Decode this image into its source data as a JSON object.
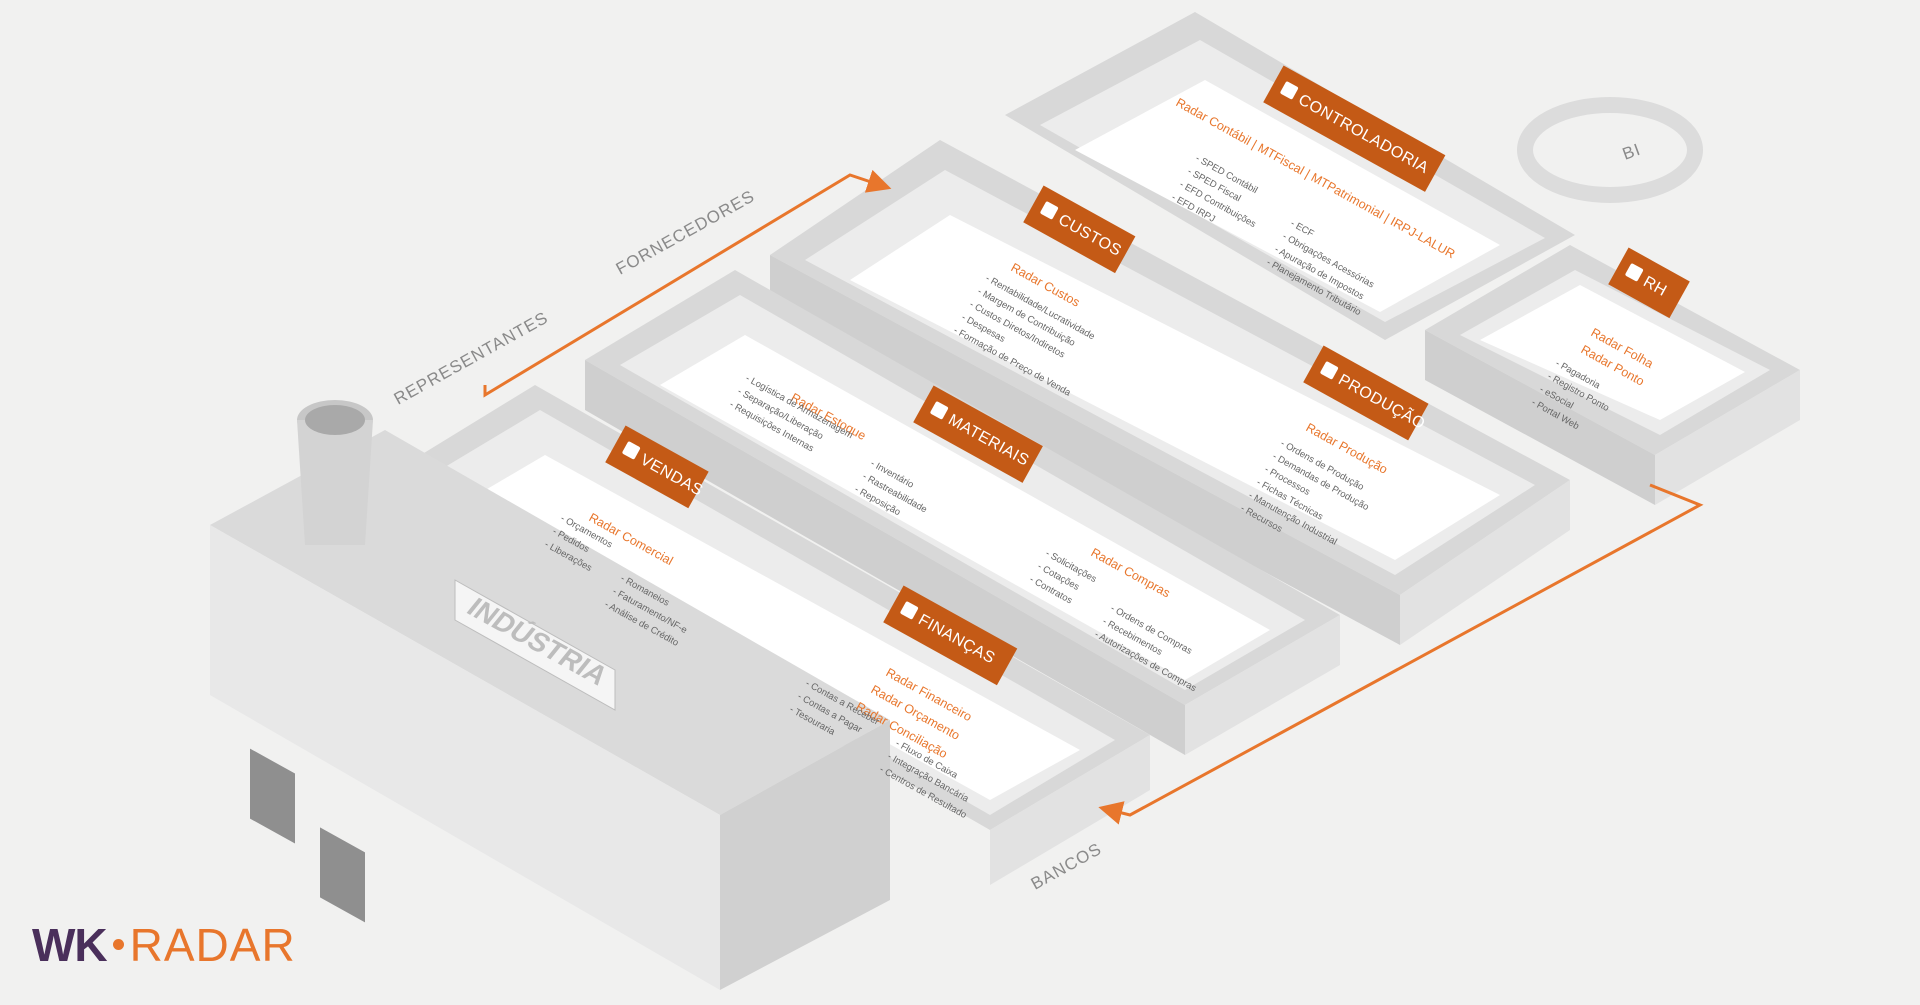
{
  "brand": {
    "prefix": "WK",
    "suffix": "RADAR"
  },
  "colors": {
    "accent": "#e8762c",
    "module_bg": "#c45a16",
    "wall": "#d9d9d9",
    "floor": "#ffffff",
    "text": "#666666",
    "brand_purple": "#4a2f5b"
  },
  "modules": [
    {
      "id": "controladoria",
      "icon": "calculator-icon",
      "title": "CONTROLADORIA",
      "radar": "Radar Contábil | MTFiscal | MTPatrimonial | IRPJ-LALUR",
      "items": [
        "- SPED Contábil",
        "- SPED Fiscal",
        "- EFD Contribuições",
        "- EFD IRPJ",
        "- ECF",
        "- Obrigações Acessórias",
        "- Apuração de Impostos",
        "- Planejamento Tributário"
      ]
    },
    {
      "id": "custos",
      "icon": "tag-icon",
      "title": "CUSTOS",
      "radar": "Radar Custos",
      "items": [
        "- Rentabilidade/Lucratividade",
        "- Margem de Contribuição",
        "- Custos Diretos/Indiretos",
        "- Despesas",
        "- Formação de Preço de Venda"
      ]
    },
    {
      "id": "rh",
      "icon": "people-icon",
      "title": "RH",
      "radar": "Radar Folha",
      "radar2": "Radar Ponto",
      "items": [
        "- Pagadoria",
        "- Registro Ponto",
        "- eSocial",
        "- Portal Web"
      ]
    },
    {
      "id": "producao",
      "icon": "boxes-icon",
      "title": "PRODUÇÃO",
      "radar": "Radar Produção",
      "items": [
        "- Ordens de Produção",
        "- Demandas de Produção",
        "- Processos",
        "- Fichas Técnicas",
        "- Manutenção Industrial",
        "- Recursos"
      ]
    },
    {
      "id": "materiais",
      "icon": "pallet-icon",
      "title": "MATERIAIS",
      "radar": "Radar Estoque",
      "items": [
        "- Logística de Armazenagem",
        "- Separação/Liberação",
        "- Requisições Internas",
        "- Inventário",
        "- Rastreabilidade",
        "- Reposição"
      ],
      "radar_b": "Radar Compras",
      "items_b": [
        "- Solicitações",
        "- Cotações",
        "- Contratos",
        "- Ordens de Compras",
        "- Recebimentos",
        "- Autorizações de Compras"
      ]
    },
    {
      "id": "vendas",
      "icon": "cart-icon",
      "title": "VENDAS",
      "radar": "Radar Comercial",
      "items": [
        "- Orçamentos",
        "- Pedidos",
        "- Liberações",
        "- Romaneios",
        "- Faturamento/NF-e",
        "- Análise de Crédito"
      ]
    },
    {
      "id": "financas",
      "icon": "chart-bars-icon",
      "title": "FINANÇAS",
      "radar": "Radar Financeiro",
      "radar2": "Radar Orçamento",
      "radar3": "Radar Conciliação",
      "items": [
        "- Contas a Receber",
        "- Contas a Pagar",
        "- Tesouraria",
        "- Fluxo de Caixa",
        "- Integração Bancária",
        "- Centros de Resultado"
      ]
    }
  ],
  "partners": {
    "fornecedores": "FORNECEDORES",
    "representantes": "REPRESENTANTES",
    "bancos": "BANCOS",
    "bi": "BI"
  },
  "building": {
    "sign": "INDÚSTRIA"
  }
}
